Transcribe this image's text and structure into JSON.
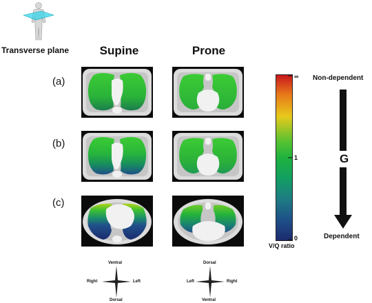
{
  "header": {
    "plane_label": "Transverse plane",
    "supine_label": "Supine",
    "prone_label": "Prone"
  },
  "rows": [
    {
      "label": "(a)"
    },
    {
      "label": "(b)"
    },
    {
      "label": "(c)"
    }
  ],
  "colorbar": {
    "top_label": "∞",
    "mid_label": "1",
    "bottom_label": "0",
    "caption": "V/Q ratio",
    "colors": [
      "#c8171c",
      "#e87b1a",
      "#e7c91c",
      "#58c231",
      "#1fb23e",
      "#12a061",
      "#1e7c84",
      "#1e4f88",
      "#1c2b6e"
    ]
  },
  "gravity": {
    "top_label": "Non-dependent",
    "symbol": "G",
    "bottom_label": "Dependent"
  },
  "orientation": {
    "supine": {
      "top": "Ventral",
      "left": "Right",
      "right": "Left",
      "bottom": "Dorsal"
    },
    "prone": {
      "top": "Dorsal",
      "left": "Left",
      "right": "Right",
      "bottom": "Ventral"
    }
  },
  "colors": {
    "lung_green": "#2ebd2e",
    "lung_dark": "#1b6e4a",
    "lung_blue": "#23457e",
    "bone": "#f1f1f1",
    "ct_bg": "#0b0b0b",
    "plane_cyan": "#38d4e8"
  }
}
